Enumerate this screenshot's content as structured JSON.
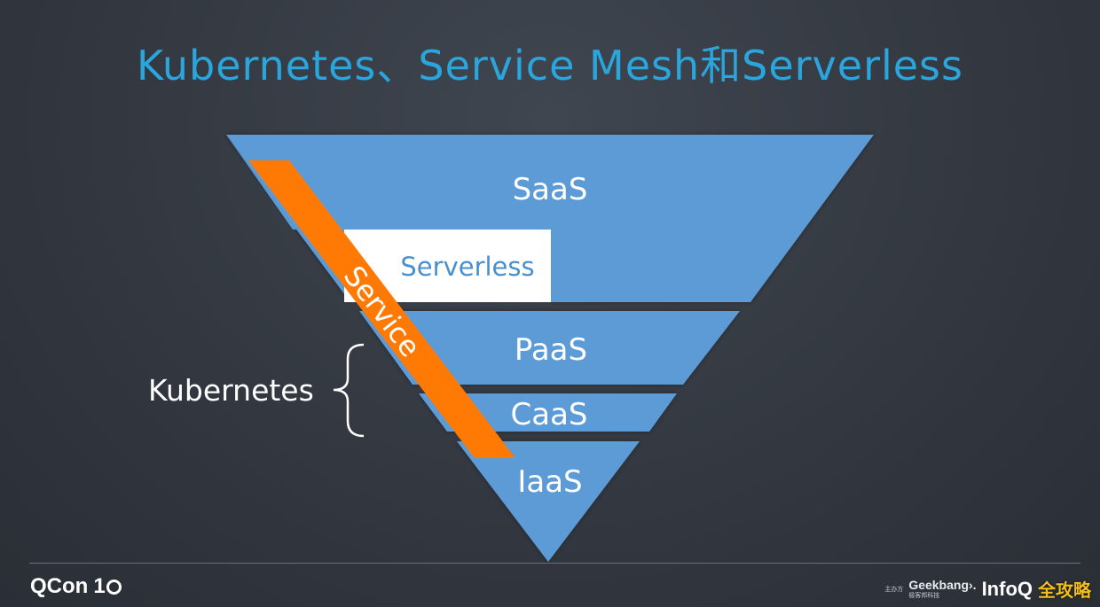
{
  "title": "Kubernetes、Service Mesh和Serverless",
  "layers": {
    "saas": "SaaS",
    "serverless": "Serverless",
    "paas": "PaaS",
    "caas": "CaaS",
    "iaas": "IaaS"
  },
  "service_band": "Service",
  "kubernetes_label": "Kubernetes",
  "colors": {
    "title": "#2aa6dc",
    "layer_fill": "#5b9bd5",
    "service_band": "#ff7a05",
    "serverless_box": "#ffffff",
    "background": "#353a43"
  },
  "footer": {
    "qcon": "QCon",
    "qcon_edition": "1",
    "organizer_small": "主办方",
    "geekbang": "Geekbang›.",
    "geekbang_sub": "极客邦科技",
    "infoq": "InfoQ",
    "watermark": "全攻略"
  },
  "icons": {
    "brace": "left-curly-brace-icon",
    "ten_circle": "zero-circle-icon"
  }
}
